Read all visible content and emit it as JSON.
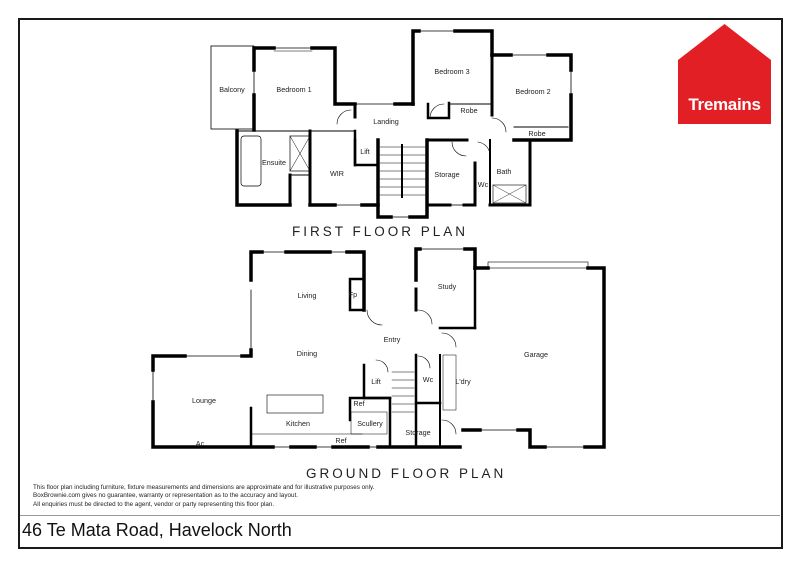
{
  "brand": {
    "name": "Tremains",
    "color": "#e31f26",
    "text_color": "#ffffff"
  },
  "property": {
    "address": "46 Te Mata Road, Havelock North"
  },
  "first_floor": {
    "title": "FIRST FLOOR PLAN",
    "rooms": {
      "balcony": "Balcony",
      "bedroom1": "Bedroom 1",
      "bedroom3": "Bedroom 3",
      "bedroom2": "Bedroom 2",
      "robe1": "Robe",
      "robe2": "Robe",
      "landing": "Landing",
      "ensuite": "Ensuite",
      "lift": "Lift",
      "wir": "WIR",
      "storage": "Storage",
      "wc": "Wc",
      "bath": "Bath"
    }
  },
  "ground_floor": {
    "title": "GROUND FLOOR PLAN",
    "rooms": {
      "living": "Living",
      "fp": "Fp",
      "study": "Study",
      "entry": "Entry",
      "dining": "Dining",
      "garage": "Garage",
      "lounge": "Lounge",
      "lift": "Lift",
      "wc": "Wc",
      "ldry": "L'dry",
      "ref1": "Ref",
      "ref2": "Ref",
      "kitchen": "Kitchen",
      "scullery": "Scullery",
      "storage": "Storage",
      "ac": "Ac"
    }
  },
  "disclaimer": {
    "line1": "This floor plan including furniture, fixture measurements and dimensions are approximate and for illustrative purposes only.",
    "line2": "BoxBrownie.com gives no guarantee, warranty or representation as to the accuracy and layout.",
    "line3": "All enquiries must be directed to the agent, vendor or party representing this floor plan."
  }
}
